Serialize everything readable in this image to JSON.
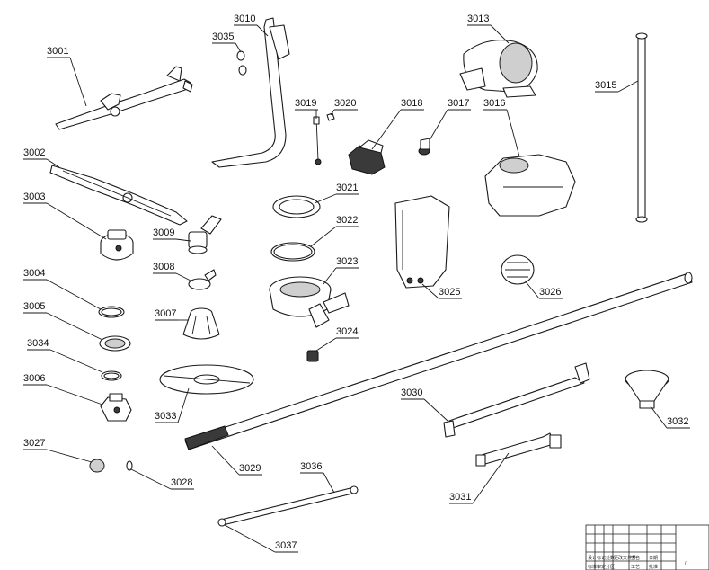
{
  "callouts": [
    {
      "id": "3001",
      "label": "3001"
    },
    {
      "id": "3002",
      "label": "3002"
    },
    {
      "id": "3003",
      "label": "3003"
    },
    {
      "id": "3004",
      "label": "3004"
    },
    {
      "id": "3005",
      "label": "3005"
    },
    {
      "id": "3006",
      "label": "3006"
    },
    {
      "id": "3007",
      "label": "3007"
    },
    {
      "id": "3008",
      "label": "3008"
    },
    {
      "id": "3009",
      "label": "3009"
    },
    {
      "id": "3010",
      "label": "3010"
    },
    {
      "id": "3013",
      "label": "3013"
    },
    {
      "id": "3015",
      "label": "3015"
    },
    {
      "id": "3016",
      "label": "3016"
    },
    {
      "id": "3017",
      "label": "3017"
    },
    {
      "id": "3018",
      "label": "3018"
    },
    {
      "id": "3019",
      "label": "3019"
    },
    {
      "id": "3020",
      "label": "3020"
    },
    {
      "id": "3021",
      "label": "3021"
    },
    {
      "id": "3022",
      "label": "3022"
    },
    {
      "id": "3023",
      "label": "3023"
    },
    {
      "id": "3024",
      "label": "3024"
    },
    {
      "id": "3025",
      "label": "3025"
    },
    {
      "id": "3026",
      "label": "3026"
    },
    {
      "id": "3027",
      "label": "3027"
    },
    {
      "id": "3028",
      "label": "3028"
    },
    {
      "id": "3029",
      "label": "3029"
    },
    {
      "id": "3030",
      "label": "3030"
    },
    {
      "id": "3031",
      "label": "3031"
    },
    {
      "id": "3032",
      "label": "3032"
    },
    {
      "id": "3033",
      "label": "3033"
    },
    {
      "id": "3034",
      "label": "3034"
    },
    {
      "id": "3035",
      "label": "3035"
    },
    {
      "id": "3036",
      "label": "3036"
    },
    {
      "id": "3037",
      "label": "3037"
    }
  ],
  "title_block": {
    "cells": [
      "设计",
      "标准",
      "审定",
      "标记",
      "处数",
      "分区",
      "更改文件号",
      "签名",
      "日期",
      "工艺",
      "批准"
    ],
    "corner_mark": "/"
  }
}
